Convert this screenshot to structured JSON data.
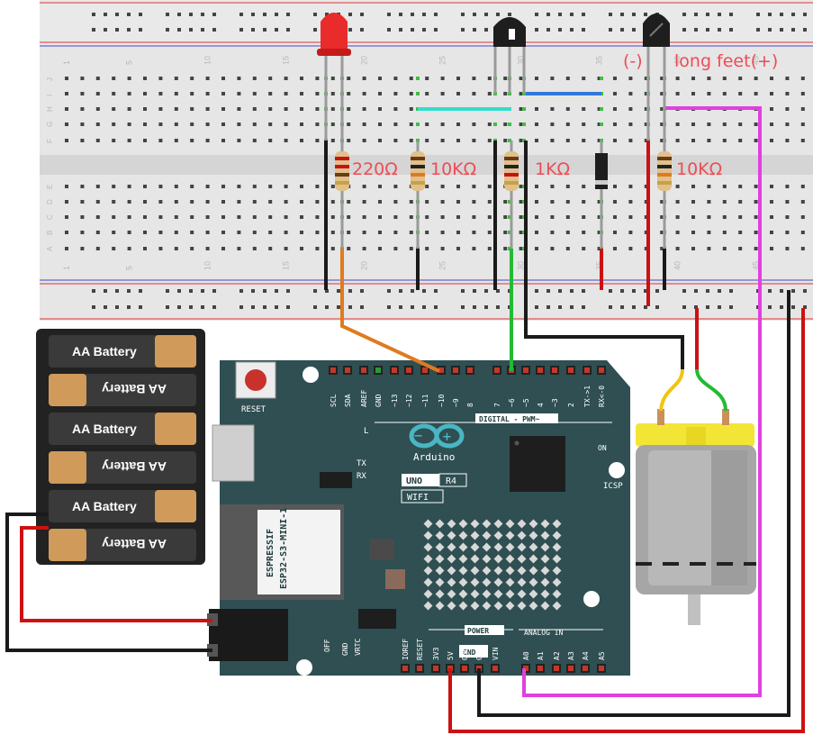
{
  "labels": {
    "r1": "220Ω",
    "r2": "10KΩ",
    "r3": "1KΩ",
    "r4": "10KΩ",
    "thermistor_minus": "(-)",
    "thermistor_plus": "long feet(+)"
  },
  "breadboard": {
    "column_numbers": [
      "1",
      "5",
      "10",
      "15",
      "20",
      "25",
      "30",
      "35",
      "40",
      "45"
    ],
    "row_letters_top": [
      "J",
      "I",
      "H",
      "G",
      "F"
    ],
    "row_letters_bottom": [
      "E",
      "D",
      "C",
      "B",
      "A"
    ]
  },
  "battery": {
    "cell_label": "AA Battery",
    "cells": 6
  },
  "arduino": {
    "reset_label": "RESET",
    "logo_text": "Arduino",
    "model_uno": "UNO",
    "model_r4": "R4",
    "model_wifi": "WIFI",
    "digital_label": "DIGITAL - PWM~",
    "on_label": "ON",
    "icsp_label": "ICSP",
    "power_label": "POWER",
    "analog_label": "ANALOG IN",
    "gnd_label": "GND",
    "module_brand": "ESPRESSIF",
    "module_model": "ESP32-S3-MINI-1",
    "tx_label": "TX",
    "rx_label": "RX",
    "l_label": "L",
    "off_label": "OFF",
    "vrtc_label": "VRTC",
    "top_pins": [
      "SCL",
      "SDA",
      "AREF",
      "GND",
      "~13",
      "~12",
      "~11",
      "~10",
      "~9",
      "8",
      "7",
      "~6",
      "~5",
      "4",
      "~3",
      "2",
      "TX->1",
      "RX<-0"
    ],
    "bottom_pins": [
      "IOREF",
      "RESET",
      "3V3",
      "5V",
      "GND",
      "GND",
      "VIN",
      "A0",
      "A1",
      "A2",
      "A3",
      "A4",
      "A5"
    ]
  },
  "colors": {
    "board": "#2f4f52",
    "wire_red": "#cc1111",
    "wire_black": "#1a1a1a",
    "wire_magenta": "#e040e0",
    "wire_green": "#22bb33",
    "wire_orange": "#e07a20",
    "wire_cyan": "#33ddcc",
    "wire_blue": "#3377dd",
    "motor_yellow": "#f3e535",
    "annotation": "#ee4c55"
  }
}
